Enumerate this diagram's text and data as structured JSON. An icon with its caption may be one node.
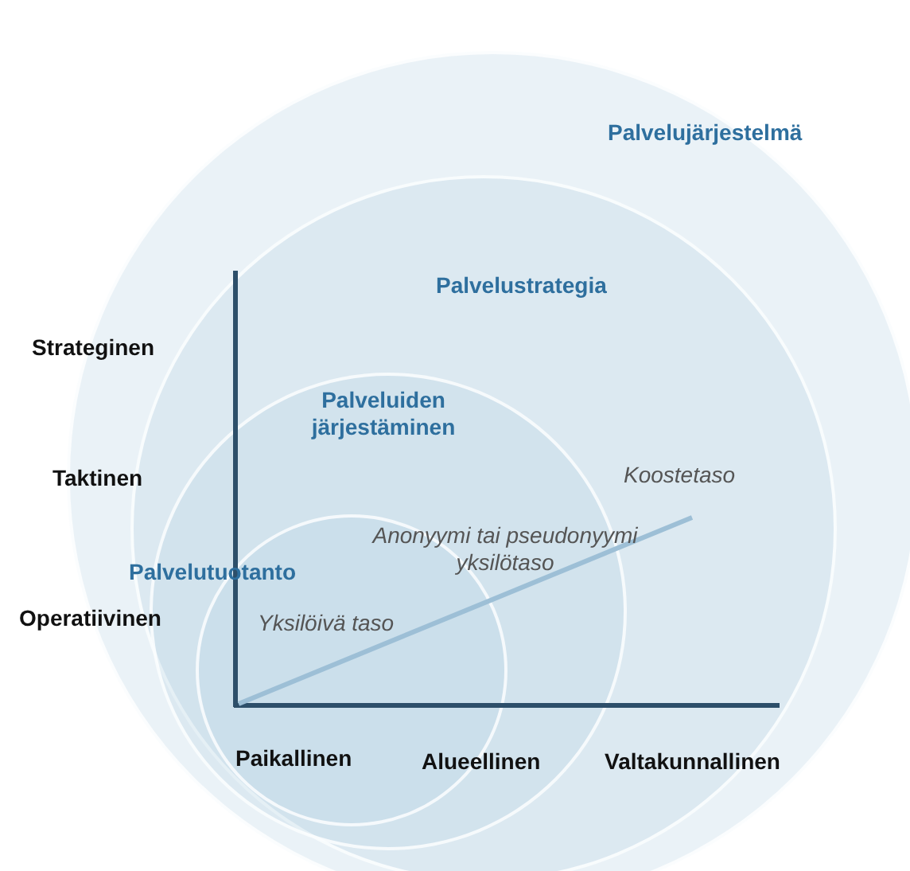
{
  "diagram": {
    "nodes": [
      {
        "text": [
          "Palvelujärjestelmä"
        ]
      },
      {
        "text": [
          "Palvelustrategia"
        ],
        "in": 0
      },
      {
        "text": [
          "Palveluiden järjestäminen"
        ],
        "in": 1
      },
      {
        "text": [
          "Palvelutuotanto"
        ],
        "in": 2
      }
    ],
    "labels": [
      "Strateginen",
      "Taktinen",
      "Koostetaso",
      "Anonyymi tai pseudonyymi yksilötaso",
      "Operatiivinen",
      "Yksilöivä taso",
      "Paikallinen",
      "Alueellinen",
      "Valtakunnallinen"
    ]
  }
}
